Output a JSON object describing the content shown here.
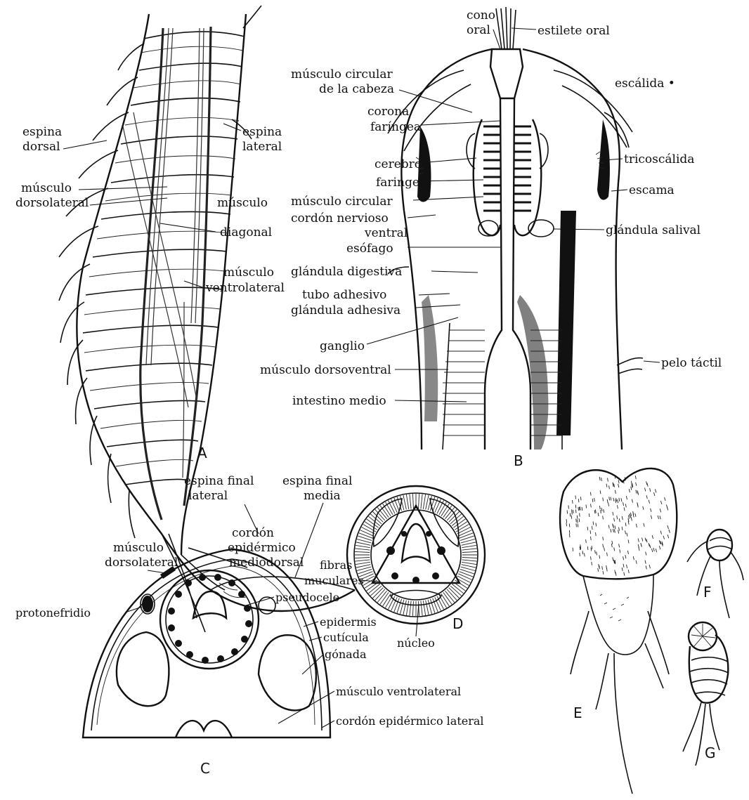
{
  "panels": {
    "A": {
      "letter": "A",
      "labels": {
        "espina_dorsal_1": "espina",
        "espina_dorsal_2": "dorsal",
        "espina_lateral_1": "espina",
        "espina_lateral_2": "lateral",
        "musculo_dorsolateral_1": "músculo",
        "musculo_dorsolateral_2": "dorsolateral",
        "musculo_diagonal_1": "músculo",
        "musculo_diagonal_2": "diagonal",
        "musculo_ventrolateral_1": "músculo",
        "musculo_ventrolateral_2": "ventrolateral",
        "espina_final_lateral_1": "espina final",
        "espina_final_lateral_2": "lateral",
        "espina_final_media_1": "espina final",
        "espina_final_media_2": "media"
      }
    },
    "B": {
      "letter": "B",
      "labels": {
        "cono_oral_1": "cono",
        "cono_oral_2": "oral",
        "estilete_oral": "estilete oral",
        "musculo_circular_cabeza_1": "músculo circular",
        "musculo_circular_cabeza_2": "de la cabeza",
        "corona_faringea_1": "corona",
        "corona_faringea_2": "faríngea",
        "escalida": "escálida •",
        "cerebro": "cerebro",
        "tricoscalida": "tricoscálida",
        "faringe": "faringe",
        "musculo_circular": "músculo circular",
        "escama": "escama",
        "cordon_nervioso_1": "cordón nervioso",
        "cordon_nervioso_2": "ventral",
        "glandula_salival": "glándula salival",
        "esofago": "esófago",
        "glandula_digestiva": "glándula digestiva",
        "tubo_adhesivo": "tubo adhesivo",
        "glandula_adhesiva": "glándula adhesiva",
        "ganglio": "ganglio",
        "musculo_dorsoventral": "músculo dorsoventral",
        "pelo_tactil": "pelo táctil",
        "intestino_medio": "intestino medio"
      }
    },
    "C": {
      "letter": "C",
      "labels": {
        "musculo_dorsolateral_1": "músculo",
        "musculo_dorsolateral_2": "dorsolateral",
        "cordon_mediodorsal_1": "cordón",
        "cordon_mediodorsal_2": "epidérmico",
        "cordon_mediodorsal_3": "mediodorsal",
        "protonefridio": "protonefridio",
        "pseudocele": "pseudocele",
        "epidermis": "epidermis",
        "cuticula": "cutícula",
        "gonada": "gónada",
        "musculo_ventrolateral": "músculo ventrolateral",
        "cordon_lateral": "cordón epidérmico lateral"
      }
    },
    "D": {
      "letter": "D",
      "labels": {
        "fibras_1": "fibras",
        "fibras_2": "muculares",
        "nucleo": "núcleo"
      }
    },
    "E": {
      "letter": "E"
    },
    "F": {
      "letter": "F"
    },
    "G": {
      "letter": "G"
    }
  }
}
